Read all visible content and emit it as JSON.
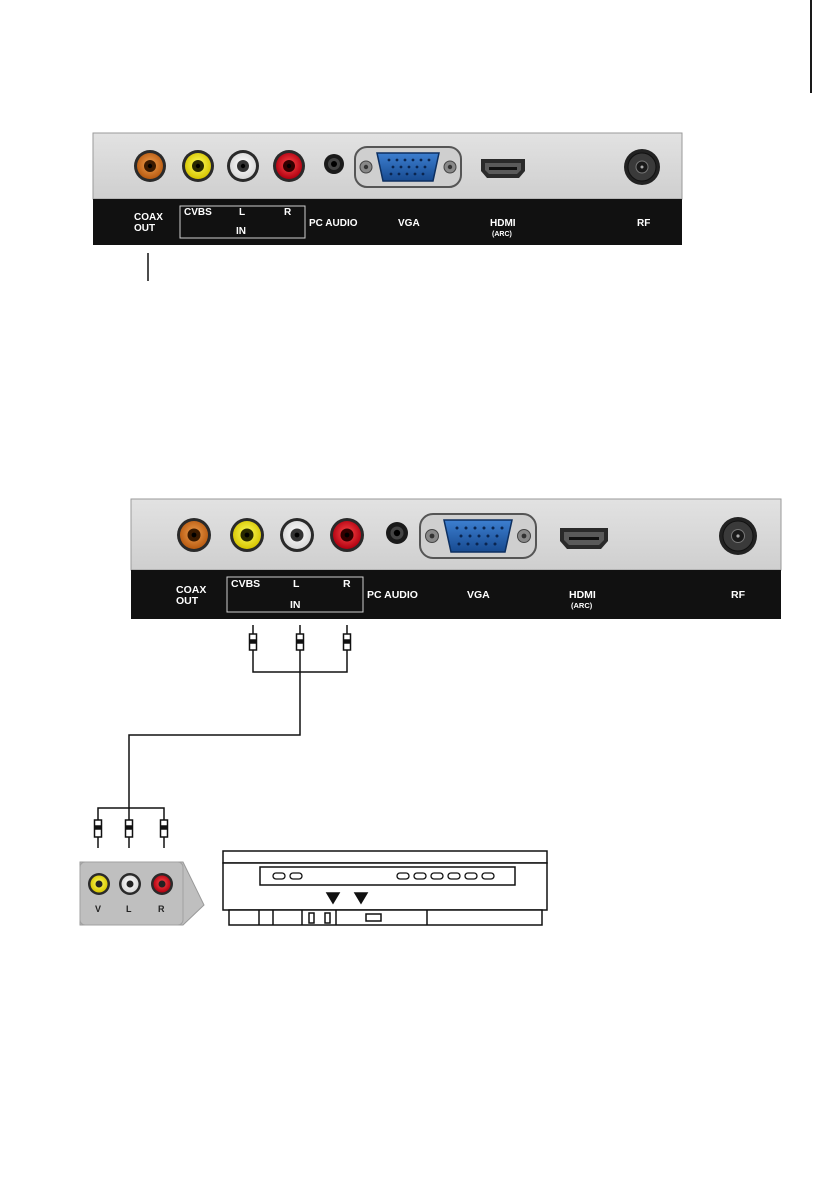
{
  "panel_labels": {
    "coax_line1": "COAX",
    "coax_line2": "OUT",
    "cvbs": "CVBS",
    "left": "L",
    "right": "R",
    "in": "IN",
    "pc_audio": "PC AUDIO",
    "vga": "VGA",
    "hdmi": "HDMI",
    "arc": "(ARC)",
    "rf": "RF"
  },
  "device_labels": {
    "video": "V",
    "left": "L",
    "right": "R"
  },
  "colors": {
    "panel_body": "#d9d9d9",
    "panel_label_strip": "#111111",
    "coax_jack": "#d2691e",
    "cvbs_jack": "#f2e400",
    "left_jack": "#ffffff",
    "right_jack": "#d0101a",
    "vga_port": "#1f5fb0",
    "device_panel": "#bfbfbf"
  }
}
